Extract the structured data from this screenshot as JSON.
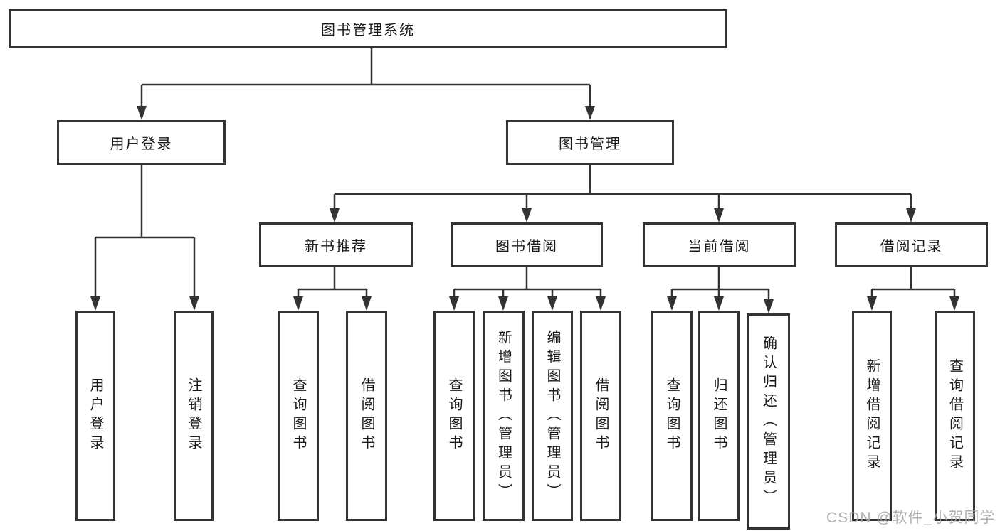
{
  "diagram": {
    "title": "图书管理系统",
    "root": {
      "label": "图书管理系统"
    },
    "branches": [
      {
        "label": "用户登录",
        "children": [
          {
            "label": "用户登录"
          },
          {
            "label": "注销登录"
          }
        ]
      },
      {
        "label": "图书管理",
        "children": [
          {
            "label": "新书推荐",
            "children": [
              {
                "label": "查询图书"
              },
              {
                "label": "借阅图书"
              }
            ]
          },
          {
            "label": "图书借阅",
            "children": [
              {
                "label": "查询图书"
              },
              {
                "label": "新增图书（管理员）"
              },
              {
                "label": "编辑图书（管理员）"
              },
              {
                "label": "借阅图书"
              }
            ]
          },
          {
            "label": "当前借阅",
            "children": [
              {
                "label": "查询图书"
              },
              {
                "label": "归还图书"
              },
              {
                "label": "确认归还（管理员）"
              }
            ]
          },
          {
            "label": "借阅记录",
            "children": [
              {
                "label": "新增借阅记录"
              },
              {
                "label": "查询借阅记录"
              }
            ]
          }
        ]
      }
    ]
  },
  "watermark": {
    "text": "CSDN @软件_小贺同学",
    "color": "#a9a9a9"
  },
  "colors": {
    "line": "#333333",
    "box_border": "#333333",
    "text": "#1a1a1a",
    "background": "#ffffff",
    "watermark": "#a9a9a9"
  }
}
